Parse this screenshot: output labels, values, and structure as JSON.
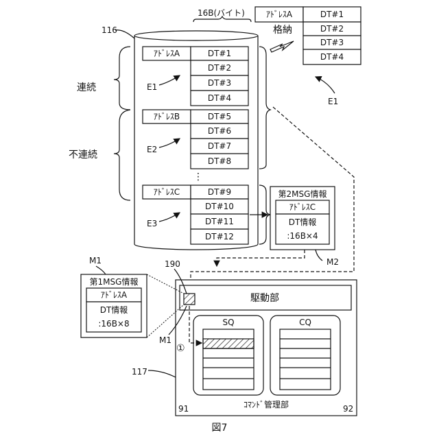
{
  "labels": {
    "width16": "16B(バイト)",
    "ref116": "116",
    "ref117": "117",
    "ref190": "190",
    "ref91": "91",
    "ref92": "92",
    "continuous": "連続",
    "noncontinuous": "不連続",
    "store": "格納",
    "e1": "E1",
    "e2": "E2",
    "e3": "E3",
    "e1_right": "E1",
    "m1_top": "M1",
    "m1_bottom": "M1",
    "m2": "M2",
    "ellipsis": "⋮",
    "circle1": "①",
    "figure": "図7"
  },
  "memory": {
    "group_a": {
      "address": "ｱﾄﾞﾚｽA",
      "items": [
        "DT#1",
        "DT#2",
        "DT#3",
        "DT#4"
      ]
    },
    "group_b": {
      "address": "ｱﾄﾞﾚｽB",
      "items": [
        "DT#5",
        "DT#6",
        "DT#7",
        "DT#8"
      ]
    },
    "group_c": {
      "address": "ｱﾄﾞﾚｽC",
      "items": [
        "DT#9",
        "DT#10",
        "DT#11",
        "DT#12"
      ]
    }
  },
  "top_table": {
    "address": "ｱﾄﾞﾚｽA",
    "items": [
      "DT#1",
      "DT#2",
      "DT#3",
      "DT#4"
    ]
  },
  "msg2": {
    "title": "第2MSG情報",
    "address": "ｱﾄﾞﾚｽC",
    "info": "DT情報",
    "size": ":16B×4"
  },
  "msg1": {
    "title": "第1MSG情報",
    "address": "ｱﾄﾞﾚｽA",
    "info": "DT情報",
    "size": ":16B×8"
  },
  "driver": {
    "label": "駆動部"
  },
  "command_mgr": {
    "label": "ｺﾏﾝﾄﾞ管理部"
  },
  "sq": {
    "label": "SQ"
  },
  "cq": {
    "label": "CQ"
  }
}
